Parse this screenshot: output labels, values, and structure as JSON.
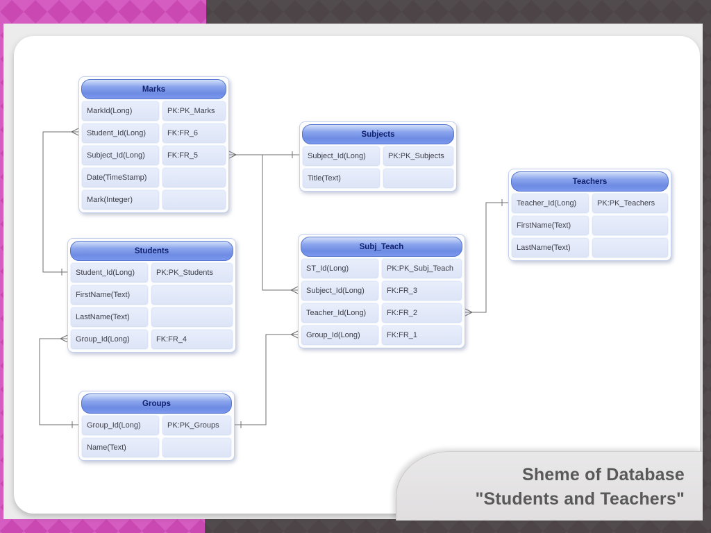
{
  "caption": {
    "line1": "Sheme of Database",
    "line2": "\"Students and Teachers\""
  },
  "tables": [
    {
      "title": "Marks",
      "rows": [
        [
          "MarkId(Long)",
          "PK:PK_Marks"
        ],
        [
          "Student_Id(Long)",
          "FK:FR_6"
        ],
        [
          "Subject_Id(Long)",
          "FK:FR_5"
        ],
        [
          "Date(TimeStamp)",
          ""
        ],
        [
          "Mark(Integer)",
          ""
        ]
      ]
    },
    {
      "title": "Subjects",
      "rows": [
        [
          "Subject_Id(Long)",
          "PK:PK_Subjects"
        ],
        [
          "Title(Text)",
          ""
        ]
      ]
    },
    {
      "title": "Students",
      "rows": [
        [
          "Student_Id(Long)",
          "PK:PK_Students"
        ],
        [
          "FirstName(Text)",
          ""
        ],
        [
          "LastName(Text)",
          ""
        ],
        [
          "Group_Id(Long)",
          "FK:FR_4"
        ]
      ]
    },
    {
      "title": "Subj_Teach",
      "rows": [
        [
          "ST_Id(Long)",
          "PK:PK_Subj_Teach"
        ],
        [
          "Subject_Id(Long)",
          "FK:FR_3"
        ],
        [
          "Teacher_Id(Long)",
          "FK:FR_2"
        ],
        [
          "Group_Id(Long)",
          "FK:FR_1"
        ]
      ]
    },
    {
      "title": "Teachers",
      "rows": [
        [
          "Teacher_Id(Long)",
          "PK:PK_Teachers"
        ],
        [
          "FirstName(Text)",
          ""
        ],
        [
          "LastName(Text)",
          ""
        ]
      ]
    },
    {
      "title": "Groups",
      "rows": [
        [
          "Group_Id(Long)",
          "PK:PK_Groups"
        ],
        [
          "Name(Text)",
          ""
        ]
      ]
    }
  ],
  "relationships": [
    {
      "from": "Marks.Student_Id",
      "to": "Students.Student_Id",
      "cardinality": "many-to-one"
    },
    {
      "from": "Marks.Subject_Id",
      "to": "Subjects.Subject_Id",
      "cardinality": "many-to-one"
    },
    {
      "from": "Subj_Teach.Subject_Id",
      "to": "Subjects.Subject_Id",
      "cardinality": "many-to-one"
    },
    {
      "from": "Subj_Teach.Teacher_Id",
      "to": "Teachers.Teacher_Id",
      "cardinality": "many-to-one"
    },
    {
      "from": "Students.Group_Id",
      "to": "Groups.Group_Id",
      "cardinality": "many-to-one"
    },
    {
      "from": "Subj_Teach.Group_Id",
      "to": "Groups.Group_Id",
      "cardinality": "many-to-one"
    }
  ],
  "colors": {
    "accent_pink": "#c948b2",
    "frame_dark": "#4c4447",
    "frame_light": "#ececec",
    "header_blue": "#6d8be3",
    "cell_lavender": "#dce4f6",
    "connector_gray": "#6e6e6e"
  }
}
